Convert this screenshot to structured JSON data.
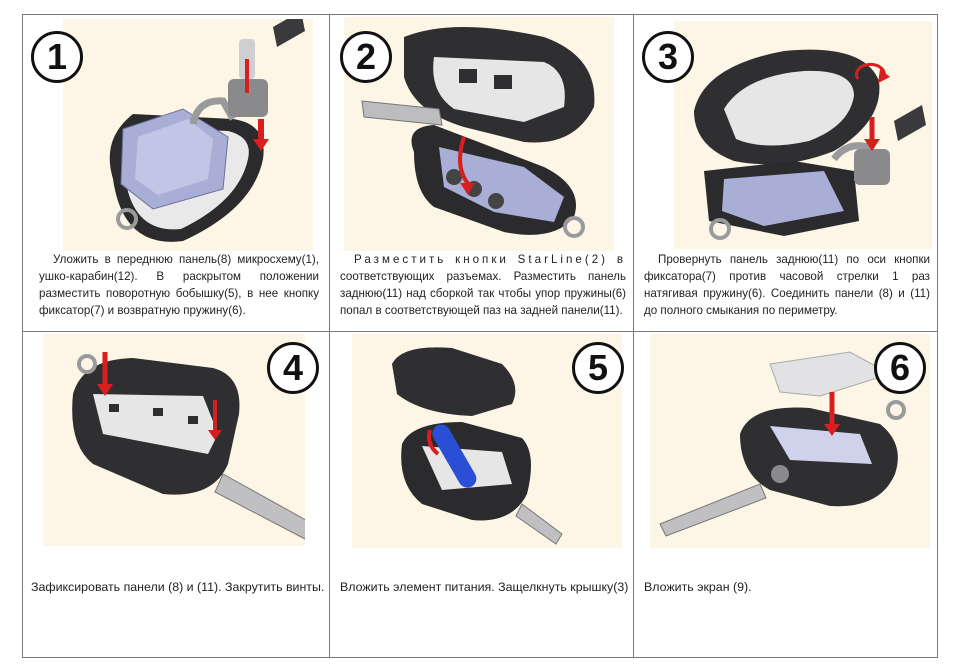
{
  "steps": [
    {
      "number": "1",
      "text": "Уложить в переднюю панель(8) микросхему(1), ушко-карабин(12). В раскрытом положении разместить поворотную бобышку(5), в нее кнопку фиксатор(7) и возвратную пружину(6)."
    },
    {
      "number": "2",
      "text": "Разместить кнопки StarLine(2) в соответствующих разъемах. Разместить панель заднюю(11) над сборкой так чтобы упор пружины(6) попал в соответствующей паз на задней панели(11)."
    },
    {
      "number": "3",
      "text": "Провернуть панель заднюю(11) по оси кнопки фиксатора(7) против часовой стрелки 1 раз натягивая пружину(6). Соединить панели (8) и (11) до полного смыкания по периметру."
    },
    {
      "number": "4",
      "text": "Зафиксировать панели (8) и (11). Закрутить винты."
    },
    {
      "number": "5",
      "text": "Вложить элемент питания. Защелкнуть крышку(3)"
    },
    {
      "number": "6",
      "text": "Вложить экран (9)."
    }
  ],
  "colors": {
    "border": "#7a7a7a",
    "image_background": "#fdf6e6",
    "arrow": "#d81e1e",
    "board": "#a9aed6",
    "shell": "#2f2f31"
  }
}
